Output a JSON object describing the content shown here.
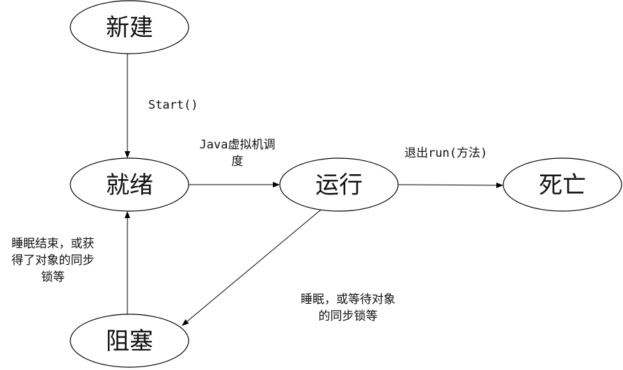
{
  "states": {
    "new": "新建",
    "ready": "就绪",
    "running": "运行",
    "dead": "死亡",
    "blocked": "阻塞"
  },
  "transitions": {
    "start": "Start()",
    "schedule_line1": "Java虚拟机调",
    "schedule_line2": "度",
    "exit_run": "退出run(方法)",
    "unblock_line1": "睡眠结束，或获",
    "unblock_line2": "得了对象的同步",
    "unblock_line3": "锁等",
    "block_line1": "睡眠，或等待对象",
    "block_line2": "的同步锁等"
  },
  "colors": {
    "stroke": "#000000",
    "text": "#111111",
    "background": "#ffffff"
  }
}
